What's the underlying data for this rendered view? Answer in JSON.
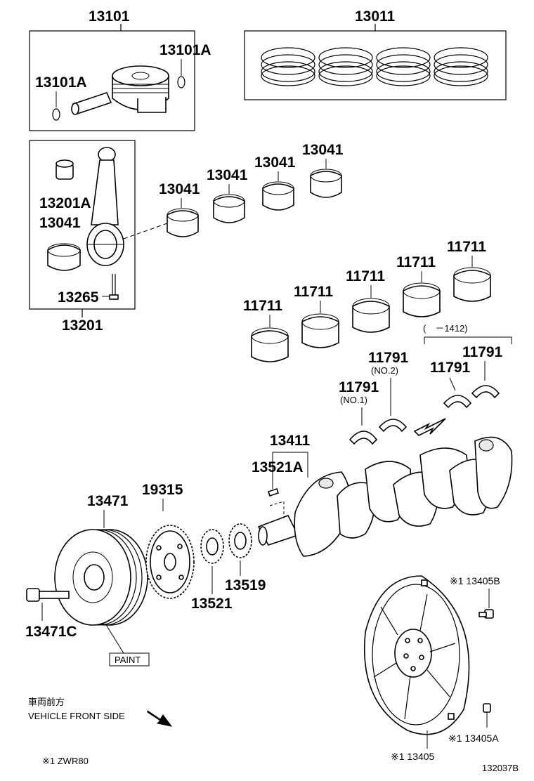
{
  "labels": {
    "p13101": "13101",
    "p13011": "13011",
    "p13101A_right": "13101A",
    "p13101A_left": "13101A",
    "p13041_a": "13041",
    "p13041_b": "13041",
    "p13041_c": "13041",
    "p13041_d": "13041",
    "p13041_e": "13041",
    "p13201A": "13201A",
    "p13265": "13265",
    "p13201": "13201",
    "p11711_a": "11711",
    "p11711_b": "11711",
    "p11711_c": "11711",
    "p11711_d": "11711",
    "p11711_e": "11711",
    "p11791_a": "11791",
    "p11791_b": "11791",
    "p11791_c": "11791",
    "p11791_d": "11791",
    "no1": "(NO.1)",
    "no2": "(NO.2)",
    "range1412": "(　－1412)",
    "p13411": "13411",
    "p13521A": "13521A",
    "p13471": "13471",
    "p19315": "19315",
    "p13519": "13519",
    "p13521": "13521",
    "p13471C": "13471C",
    "paint": "PAINT",
    "p13405B": "※1 13405B",
    "p13405A": "※1 13405A",
    "p13405": "※1 13405",
    "front_jp": "車両前方",
    "front_en": "VEHICLE FRONT SIDE",
    "footnote": "※1 ZWR80",
    "diagram_id": "132037B"
  },
  "icons": [
    "piston",
    "piston-pin",
    "snap-ring",
    "piston-ring-set",
    "connecting-rod",
    "rod-bearing",
    "main-bearing",
    "thrust-washer",
    "crankshaft",
    "crankshaft-pulley",
    "timing-sprocket",
    "drive-plate",
    "bolt",
    "arrow"
  ]
}
